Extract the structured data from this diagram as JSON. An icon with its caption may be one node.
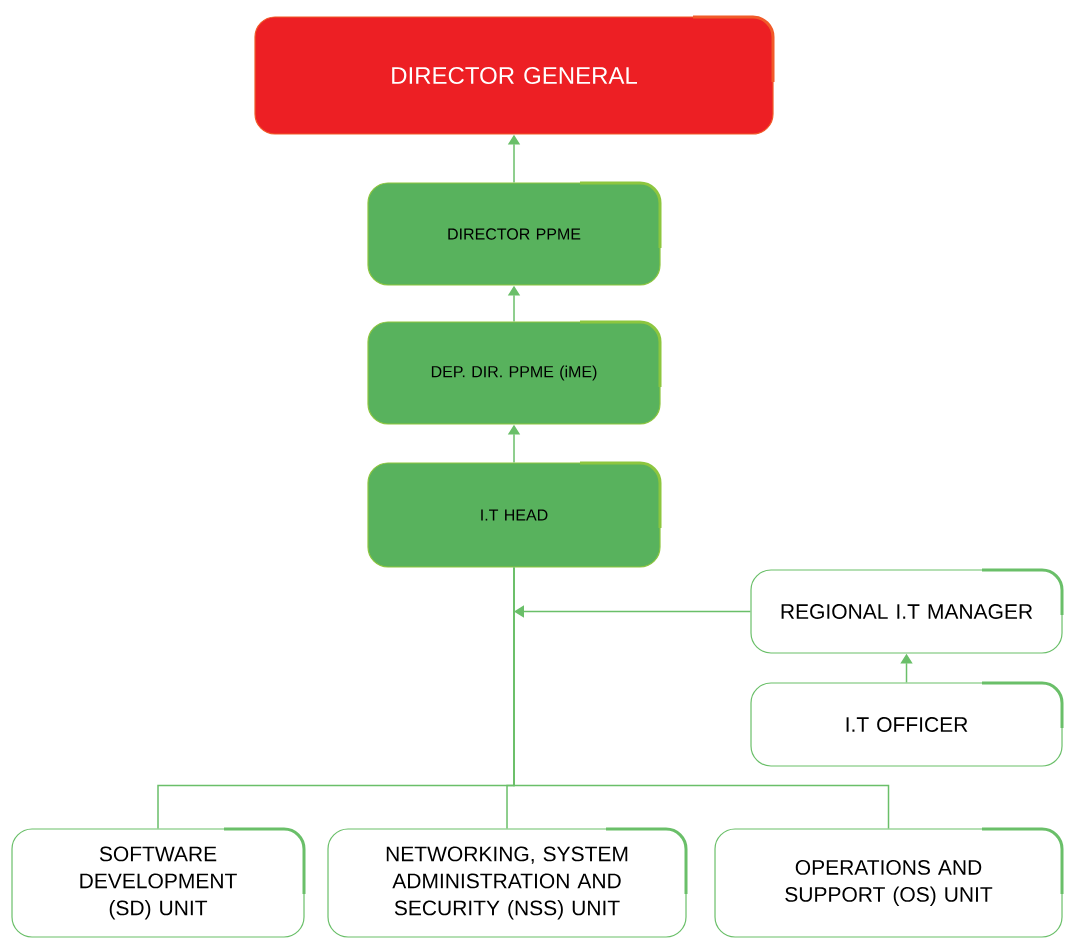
{
  "diagram": {
    "nodes": [
      {
        "text": [
          "DIRECTOR GENERAL"
        ]
      },
      {
        "text": [
          "DIRECTOR PPME"
        ]
      },
      {
        "text": [
          "DEP. DIR. PPME (iME)"
        ]
      },
      {
        "text": [
          "I.T HEAD"
        ]
      },
      {
        "text": [
          "REGIONAL I.T MANAGER"
        ]
      },
      {
        "text": [
          "I.T OFFICER"
        ]
      },
      {
        "text": [
          "SOFTWARE DEVELOPMENT (SD) UNIT"
        ]
      },
      {
        "text": [
          "NETWORKING, SYSTEM ADMINISTRATION AND SECURITY (NSS) UNIT"
        ]
      },
      {
        "text": [
          "OPERATIONS AND SUPPORT (OS) UNIT"
        ]
      }
    ],
    "edges": [
      {
        "from": 1,
        "to": 0,
        "arrow": "to"
      },
      {
        "from": 2,
        "to": 1,
        "arrow": "to"
      },
      {
        "from": 3,
        "to": 2,
        "arrow": "to"
      },
      {
        "from": 4,
        "to": 3,
        "arrow": "to"
      },
      {
        "from": 5,
        "to": 4,
        "arrow": "to"
      },
      {
        "from": 3,
        "to": 6,
        "arrow": "none"
      },
      {
        "from": 3,
        "to": 7,
        "arrow": "none"
      },
      {
        "from": 3,
        "to": 8,
        "arrow": "none"
      }
    ]
  }
}
